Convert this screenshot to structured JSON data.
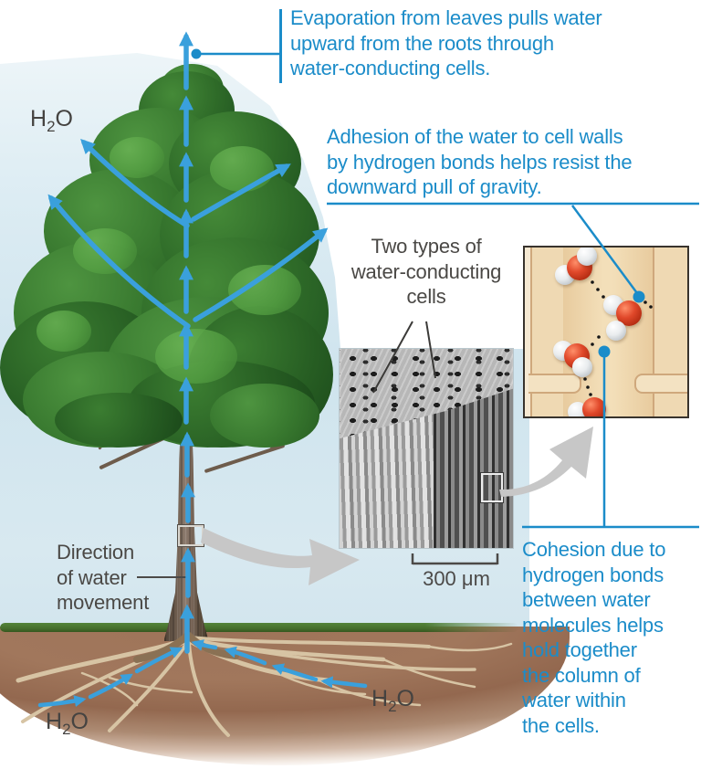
{
  "figure": {
    "title_hint": "Ascent of water in a tree (transpiration–cohesion–tension)",
    "callouts": {
      "evaporation": {
        "lines": [
          "Evaporation from leaves pulls water",
          "upward from the roots through",
          "water-conducting cells."
        ]
      },
      "adhesion": {
        "lines": [
          "Adhesion of the water to cell walls",
          "by hydrogen bonds helps resist the",
          "downward pull of gravity."
        ]
      },
      "two_types": {
        "lines": [
          "Two types of",
          "water-conducting",
          "cells"
        ]
      },
      "direction": {
        "lines": [
          "Direction",
          "of water",
          "movement"
        ]
      },
      "cohesion": {
        "lines": [
          "Cohesion due to",
          "hydrogen bonds",
          "between water",
          "molecules helps",
          "hold together",
          "the column of",
          "water within",
          "the cells."
        ]
      }
    },
    "labels": {
      "h2o": {
        "h": "H",
        "sub": "2",
        "o": "O"
      },
      "scale_bar": "300 μm"
    },
    "colors": {
      "callout_blue": "#1b8cc9",
      "flow_arrow_blue": "#3aa0dc",
      "dark_label": "#4a4845",
      "connector_dark": "#3b3a38",
      "sky_blue": "#d4e7f0",
      "canopy_green": "#35772e",
      "trunk_brown": "#6d5c4e",
      "soil_brown": "#9b7058",
      "root_tan": "#d7c4a4",
      "grass_green": "#4b7c30",
      "zoom_arrow_gray": "#c7c7c7",
      "cell_wall_tan": "#efd9b3",
      "oxygen_red": "#c33414",
      "hydrogen_gray": "#dfe3e6"
    }
  }
}
